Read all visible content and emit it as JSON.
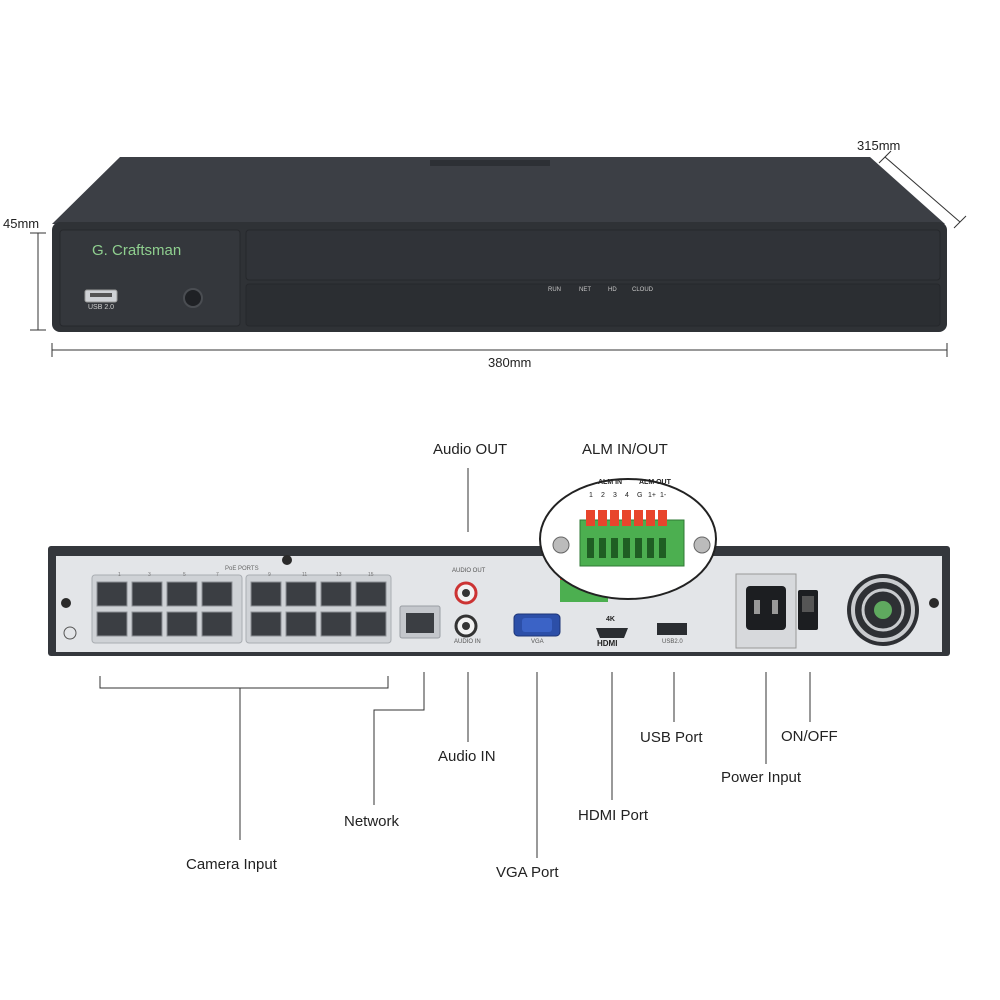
{
  "front": {
    "brand": "G. Craftsman",
    "usb_label": "USB 2.0",
    "leds": [
      "RUN",
      "NET",
      "HD",
      "CLOUD"
    ],
    "dimensions": {
      "height": "45mm",
      "width": "380mm",
      "depth": "315mm"
    }
  },
  "rear": {
    "poe_label": "PoE PORTS",
    "port_numbers": [
      "1",
      "3",
      "5",
      "7",
      "9",
      "11",
      "13",
      "15"
    ],
    "audio_out_label": "AUDIO OUT",
    "audio_in_label": "AUDIO IN",
    "vga_label": "VGA",
    "hdmi_badge": "4K",
    "hdmi_logo": "HDMI",
    "usb_label": "USB2.0"
  },
  "alarm_inset": {
    "title": "ALM IN/OUT",
    "alm_in": "ALM IN",
    "alm_out": "ALM OUT",
    "pins": [
      "1",
      "2",
      "3",
      "4",
      "G",
      "1+",
      "1-"
    ]
  },
  "callouts": {
    "audio_out": "Audio OUT",
    "audio_in": "Audio IN",
    "camera_input": "Camera Input",
    "network": "Network",
    "vga_port": "VGA Port",
    "hdmi_port": "HDMI Port",
    "usb_port": "USB Port",
    "power_input": "Power Input",
    "on_off": "ON/OFF"
  },
  "colors": {
    "chassis_dark": "#3a3d42",
    "rear_panel": "#e8eaec",
    "terminal_green": "#4caf50",
    "terminal_red": "#e8452c",
    "vga_blue": "#2c4fa8"
  }
}
